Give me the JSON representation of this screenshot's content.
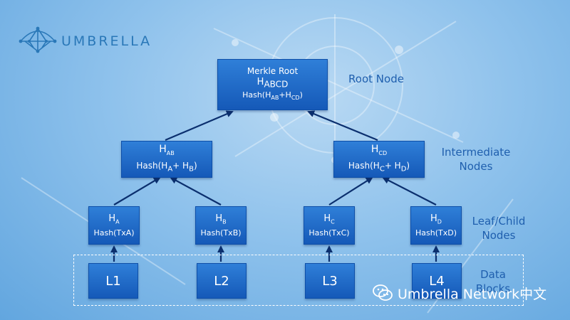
{
  "logo": {
    "text": "UMBRELLA"
  },
  "root": {
    "title": "Merkle Root",
    "h_main": "H",
    "h_sub": "ABCD",
    "formula_pre": "Hash(H",
    "formula_s1": "AB",
    "formula_mid": "+H",
    "formula_s2": "CD",
    "formula_post": ")"
  },
  "intermediate": [
    {
      "h_main": "H",
      "h_sub": "AB",
      "formula_pre": "Hash(H",
      "formula_s1": "A",
      "formula_mid": "+ H",
      "formula_s2": "B",
      "formula_post": ")"
    },
    {
      "h_main": "H",
      "h_sub": "CD",
      "formula_pre": "Hash(H",
      "formula_s1": "C",
      "formula_mid": "+ H",
      "formula_s2": "D",
      "formula_post": ")"
    }
  ],
  "leaves": [
    {
      "h_main": "H",
      "h_sub": "A",
      "formula": "Hash(TxA)"
    },
    {
      "h_main": "H",
      "h_sub": "B",
      "formula": "Hash(TxB)"
    },
    {
      "h_main": "H",
      "h_sub": "C",
      "formula": "Hash(TxC)"
    },
    {
      "h_main": "H",
      "h_sub": "D",
      "formula": "Hash(TxD)"
    }
  ],
  "data_blocks": [
    "L1",
    "L2",
    "L3",
    "L4"
  ],
  "labels": {
    "root": "Root Node",
    "intermediate_1": "Intermediate",
    "intermediate_2": "Nodes",
    "leaf_1": "Leaf/Child",
    "leaf_2": "Nodes",
    "data_1": "Data",
    "data_2": "Blocks"
  },
  "watermark": {
    "text": "Umbrella Network中文",
    "icon": "wechat-icon"
  },
  "colors": {
    "node": "#1a63c4",
    "label": "#1f5fae",
    "arrow": "#0b2f6e",
    "logo": "#2a78b8"
  }
}
